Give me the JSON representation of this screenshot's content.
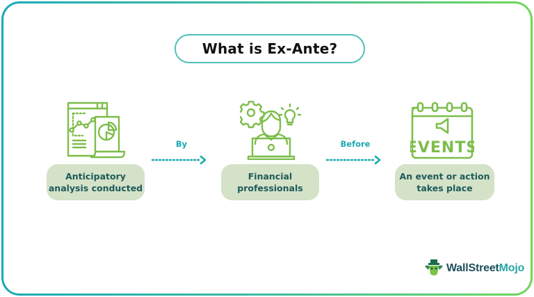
{
  "title": "What is Ex-Ante?",
  "steps": [
    {
      "icon": "analytics-report-icon",
      "line1": "Anticipatory",
      "line2": "analysis conducted"
    },
    {
      "icon": "professional-at-laptop-icon",
      "line1": "Financial",
      "line2": "professionals"
    },
    {
      "icon": "events-calendar-icon",
      "line1": "An event or action",
      "line2": "takes place",
      "icon_text": "EVENTS"
    }
  ],
  "connectors": [
    {
      "label": "By"
    },
    {
      "label": "Before"
    }
  ],
  "brand": {
    "part1": "WallStreet",
    "part2": "Mojo"
  },
  "colors": {
    "icon_green": "#7dbd4a",
    "pill_fill": "#d4e2c8",
    "pill_text": "#1d5a5a",
    "connector": "#1aa9b0",
    "title_border": "#4fc1b8",
    "frame_left": "#1aa9b8",
    "frame_right": "#6fd65a"
  }
}
